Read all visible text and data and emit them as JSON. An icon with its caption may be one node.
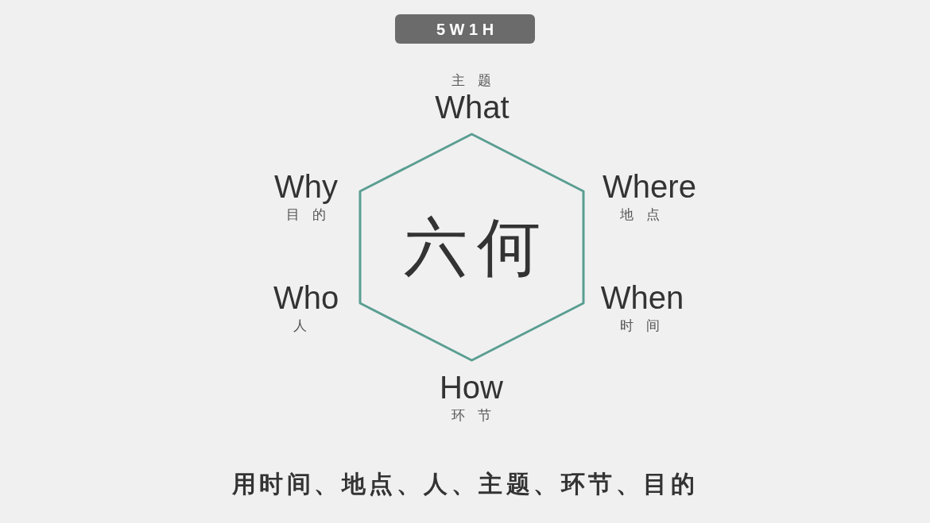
{
  "diagram": {
    "title": "5 W 1 H",
    "nodes": [
      {
        "text": [
          "六何"
        ]
      }
    ],
    "labels": [
      "主题",
      "What",
      "Why",
      "Where",
      "目的",
      "地点",
      "Who",
      "When",
      "人",
      "时间",
      "How",
      "环节"
    ],
    "caption": "用时间、地点、人、主题、环节、目的"
  }
}
